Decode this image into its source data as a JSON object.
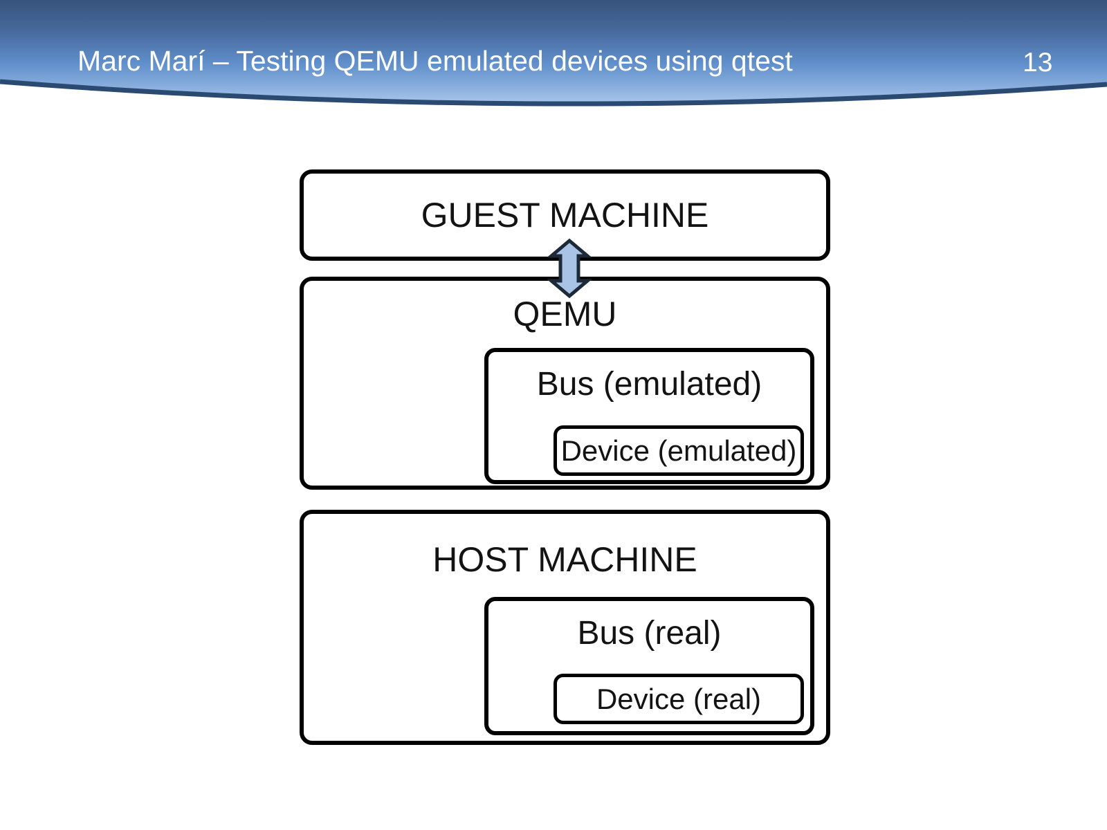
{
  "header": {
    "title": "Marc Marí – Testing QEMU emulated devices using qtest",
    "page_number": "13"
  },
  "colors": {
    "header_gradient_top": "#36547d",
    "header_gradient_upper_mid": "#47699c",
    "header_gradient_mid": "#6190cc",
    "header_gradient_lower_mid": "#8cb0de",
    "header_gradient_bottom": "#a9c7ec",
    "swoosh_line": "#2b4a71",
    "box_border": "#000000",
    "box_fill": "#ffffff",
    "text_color": "#131313",
    "arrow_fill": "#a8c3e6",
    "arrow_stroke": "#1d2936"
  },
  "diagram": {
    "guest_label": "GUEST MACHINE",
    "qemu_label": "QEMU",
    "bus_emulated_label": "Bus (emulated)",
    "device_emulated_label": "Device (emulated)",
    "host_label": "HOST MACHINE",
    "bus_real_label": "Bus (real)",
    "device_real_label": "Device (real)"
  }
}
